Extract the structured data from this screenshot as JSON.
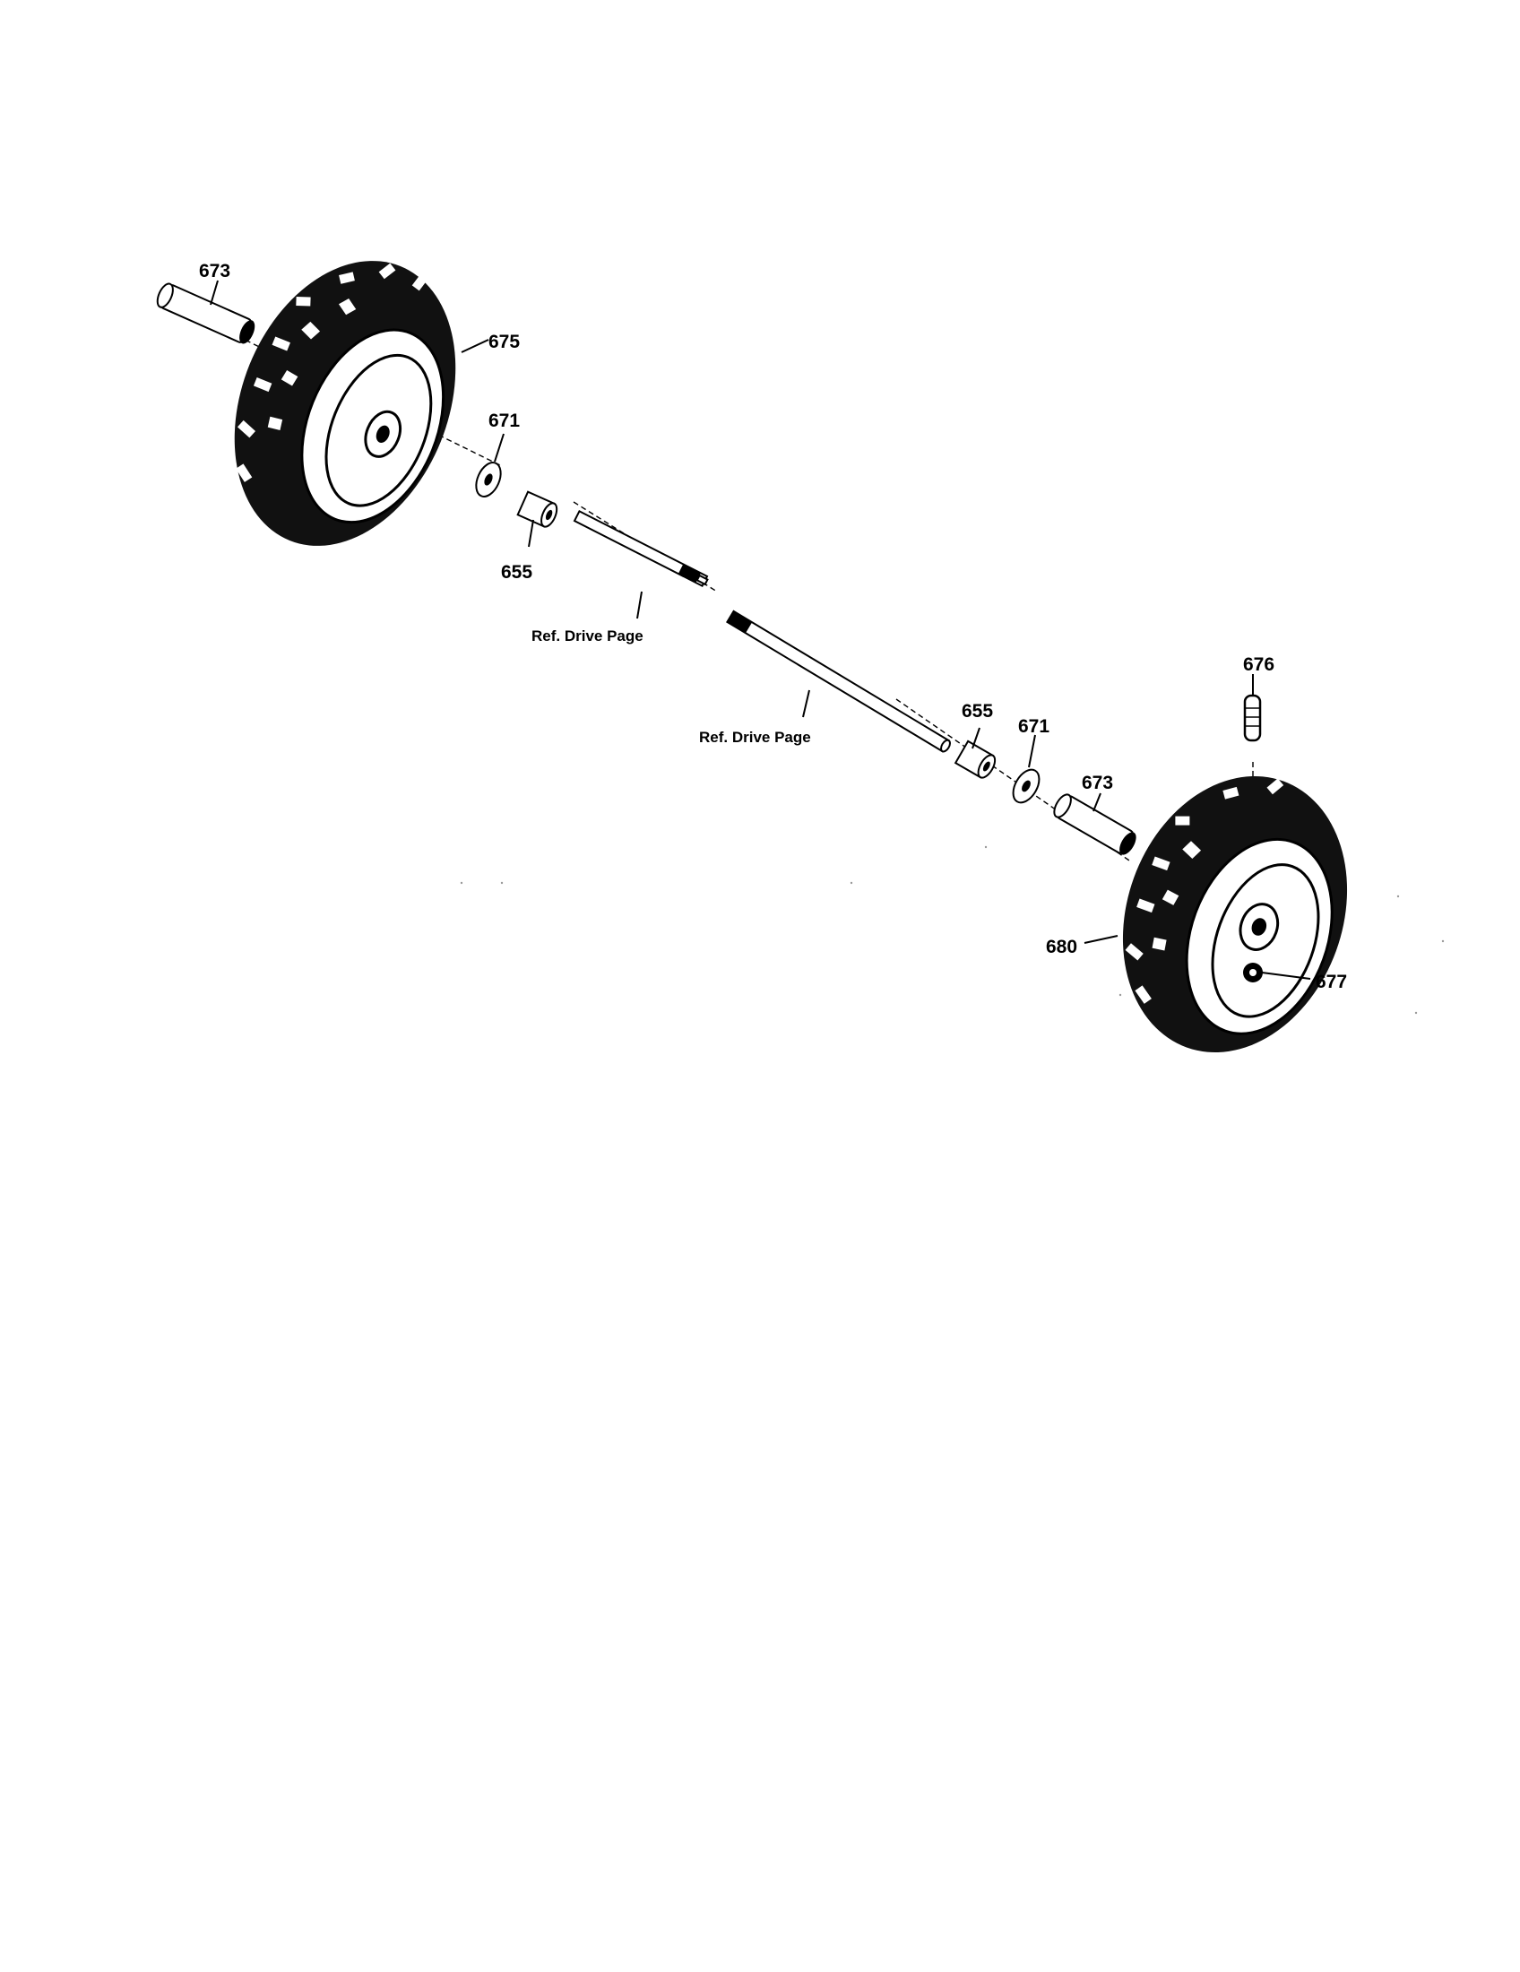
{
  "callouts": {
    "left_spacer": "673",
    "left_wheel": "675",
    "left_washer": "671",
    "left_bushing": "655",
    "left_shaft_ref": "Ref. Drive Page",
    "right_shaft_ref": "Ref. Drive Page",
    "right_bushing": "655",
    "right_washer": "671",
    "right_spacer": "673",
    "right_pin": "676",
    "right_wheel": "680",
    "right_clip": "677"
  }
}
